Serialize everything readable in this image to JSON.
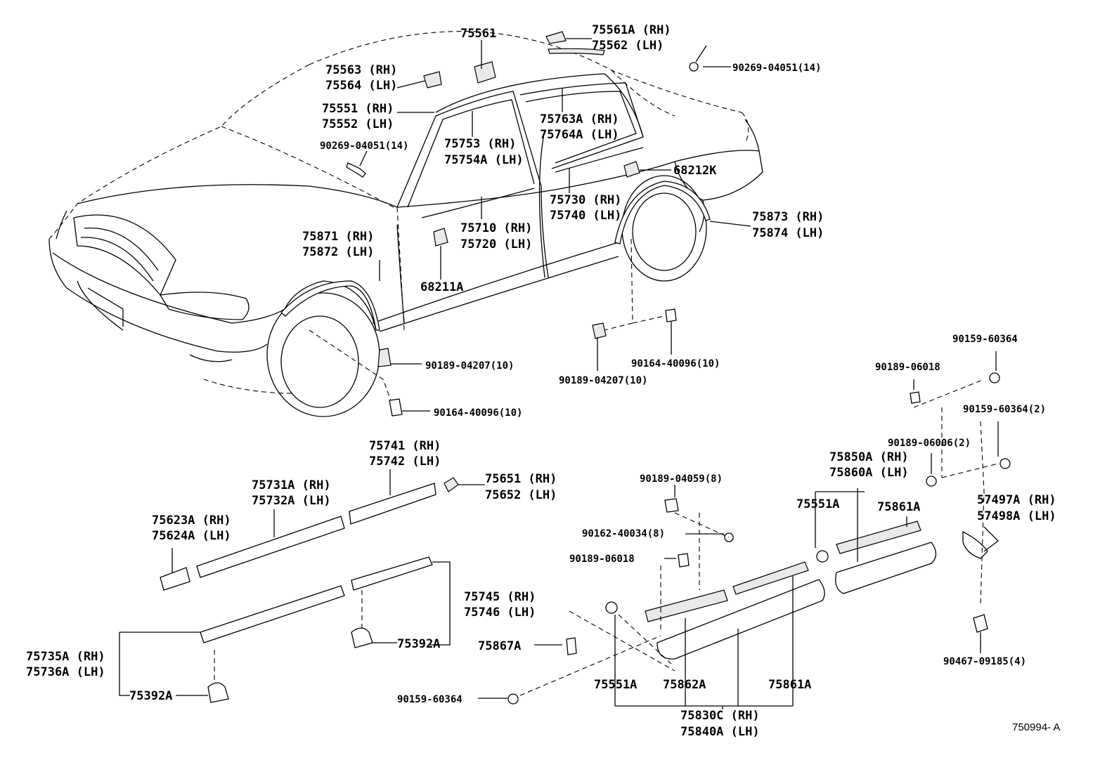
{
  "labels": {
    "p75561": "75561",
    "p75561a": "75561A (RH)",
    "p75562": "75562 (LH)",
    "p90269_top": "90269-04051(14)",
    "p75563": "75563 (RH)",
    "p75564": "75564 (LH)",
    "p75551": "75551 (RH)",
    "p75552": "75552 (LH)",
    "p90269_left": "90269-04051(14)",
    "p75763a": "75763A (RH)",
    "p75764a": "75764A (LH)",
    "p75753": "75753 (RH)",
    "p75754a": "75754A (LH)",
    "p68212k": "68212K",
    "p75730": "75730 (RH)",
    "p75740": "75740 (LH)",
    "p75873": "75873 (RH)",
    "p75874": "75874 (LH)",
    "p75871": "75871 (RH)",
    "p75872": "75872 (LH)",
    "p75710": "75710 (RH)",
    "p75720": "75720 (LH)",
    "p68211a": "68211A",
    "p90189_04207_a": "90189-04207(10)",
    "p90164_a": "90164-40096(10)",
    "p90164_b": "90164-40096(10)",
    "p90189_04207_b": "90189-04207(10)",
    "p90159_60364_top": "90159-60364",
    "p90189_06018_r": "90189-06018",
    "p90159_60364_2": "90159-60364(2)",
    "p90189_06006": "90189-06006(2)",
    "p75741": "75741 (RH)",
    "p75742": "75742 (LH)",
    "p75731a": "75731A (RH)",
    "p75732a": "75732A (LH)",
    "p75651": "75651 (RH)",
    "p75652": "75652 (LH)",
    "p75623a": "75623A (RH)",
    "p75624a": "75624A (LH)",
    "p90189_04059": "90189-04059(8)",
    "p75850a": "75850A (RH)",
    "p75860a": "75860A (LH)",
    "p75551a_r": "75551A",
    "p75861a_r": "75861A",
    "p57497a": "57497A (RH)",
    "p57498a": "57498A (LH)",
    "p90162": "90162-40034(8)",
    "p90189_06018_m": "90189-06018",
    "p75745": "75745 (RH)",
    "p75746": "75746 (LH)",
    "p75392a_a": "75392A",
    "p75867a": "75867A",
    "p75735a": "75735A (RH)",
    "p75736a": "75736A (LH)",
    "p75392a_b": "75392A",
    "p90159_60364_b": "90159-60364",
    "p75551a_b": "75551A",
    "p75862a": "75862A",
    "p75861a_b": "75861A",
    "p75830c": "75830C (RH)",
    "p75840a": "75840A (LH)",
    "p90467": "90467-09185(4)",
    "ref_code": "750994- A"
  }
}
